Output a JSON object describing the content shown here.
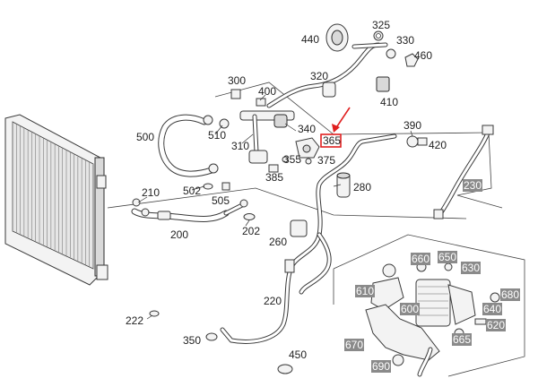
{
  "highlight_color": "#e02020",
  "gray_label_color": "#8a8a8a",
  "labels": [
    {
      "id": "325",
      "text": "325"
    },
    {
      "id": "440",
      "text": "440"
    },
    {
      "id": "330",
      "text": "330"
    },
    {
      "id": "460",
      "text": "460"
    },
    {
      "id": "320",
      "text": "320"
    },
    {
      "id": "300",
      "text": "300"
    },
    {
      "id": "400",
      "text": "400"
    },
    {
      "id": "410",
      "text": "410"
    },
    {
      "id": "500",
      "text": "500"
    },
    {
      "id": "510",
      "text": "510"
    },
    {
      "id": "310",
      "text": "310"
    },
    {
      "id": "340",
      "text": "340"
    },
    {
      "id": "365",
      "text": "365"
    },
    {
      "id": "390",
      "text": "390"
    },
    {
      "id": "420",
      "text": "420"
    },
    {
      "id": "355",
      "text": "355"
    },
    {
      "id": "375",
      "text": "375"
    },
    {
      "id": "385",
      "text": "385"
    },
    {
      "id": "280",
      "text": "280"
    },
    {
      "id": "210",
      "text": "210"
    },
    {
      "id": "502",
      "text": "502"
    },
    {
      "id": "505",
      "text": "505"
    },
    {
      "id": "200",
      "text": "200"
    },
    {
      "id": "202",
      "text": "202"
    },
    {
      "id": "260",
      "text": "260"
    },
    {
      "id": "220",
      "text": "220"
    },
    {
      "id": "222",
      "text": "222"
    },
    {
      "id": "350",
      "text": "350"
    },
    {
      "id": "450",
      "text": "450"
    }
  ],
  "gray_labels": [
    {
      "id": "230",
      "text": "230"
    },
    {
      "id": "660",
      "text": "660"
    },
    {
      "id": "650",
      "text": "650"
    },
    {
      "id": "630",
      "text": "630"
    },
    {
      "id": "610",
      "text": "610"
    },
    {
      "id": "600",
      "text": "600"
    },
    {
      "id": "680",
      "text": "680"
    },
    {
      "id": "640",
      "text": "640"
    },
    {
      "id": "620",
      "text": "620"
    },
    {
      "id": "670",
      "text": "670"
    },
    {
      "id": "665",
      "text": "665"
    },
    {
      "id": "690",
      "text": "690"
    }
  ]
}
